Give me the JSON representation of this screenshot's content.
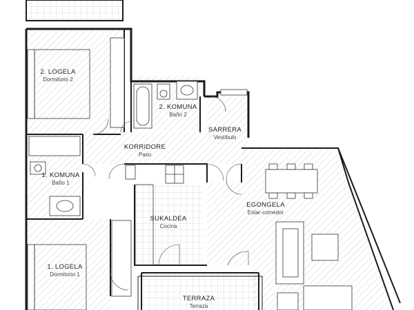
{
  "rooms": [
    {
      "id": "bedroom2",
      "name": "2. LOGELA",
      "sub": "Dormitorio 2"
    },
    {
      "id": "bath2",
      "name": "2. KOMUNA",
      "sub": "Baño 2"
    },
    {
      "id": "entry",
      "name": "SARRERA",
      "sub": "Vestíbulo"
    },
    {
      "id": "corridor",
      "name": "KORRIDORE",
      "sub": "Paso"
    },
    {
      "id": "bath1",
      "name": "1. KOMUNA",
      "sub": "Baño 1"
    },
    {
      "id": "living",
      "name": "EGONGELA",
      "sub": "Estar-comedor"
    },
    {
      "id": "kitchen",
      "name": "SUKALDEA",
      "sub": "Cocina"
    },
    {
      "id": "bedroom1",
      "name": "1. LOGELA",
      "sub": "Dormitorio 1"
    },
    {
      "id": "terrace",
      "name": "TERRAZA",
      "sub": "Terraza"
    }
  ],
  "colors": {
    "wall": "#1a1a1a",
    "hatch": "#cfcfcf",
    "background": "#ffffff"
  }
}
